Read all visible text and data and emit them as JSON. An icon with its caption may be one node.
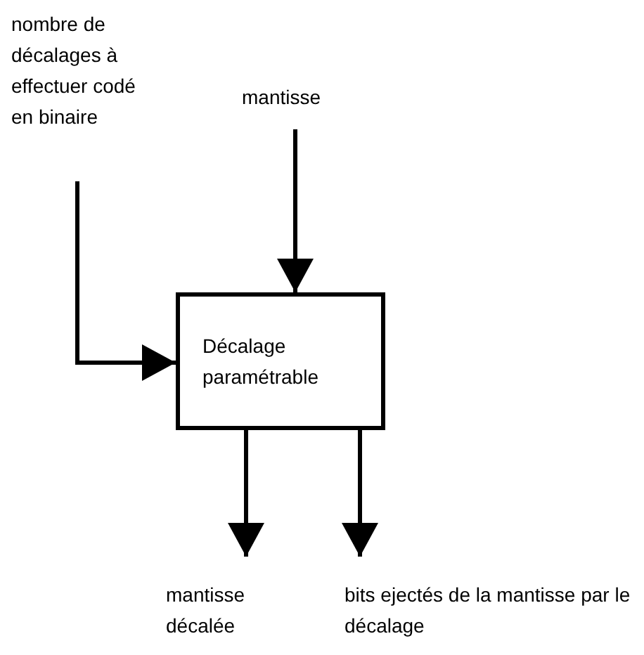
{
  "diagram": {
    "nodes": [
      {
        "text": [
          "nombre de décalages à effectuer codé en binaire"
        ]
      },
      {
        "text": [
          "mantisse"
        ]
      },
      {
        "text": [
          "Décalage paramétrable"
        ]
      },
      {
        "text": [
          "mantisse décalée"
        ]
      },
      {
        "text": [
          "bits ejectés de la mantisse par le décalage"
        ]
      }
    ],
    "edges": [
      {
        "from": 0,
        "to": 2,
        "arrow": "to"
      },
      {
        "from": 1,
        "to": 2,
        "arrow": "to"
      },
      {
        "from": 2,
        "to": 3,
        "arrow": "to"
      },
      {
        "from": 2,
        "to": 4,
        "arrow": "to"
      }
    ]
  }
}
